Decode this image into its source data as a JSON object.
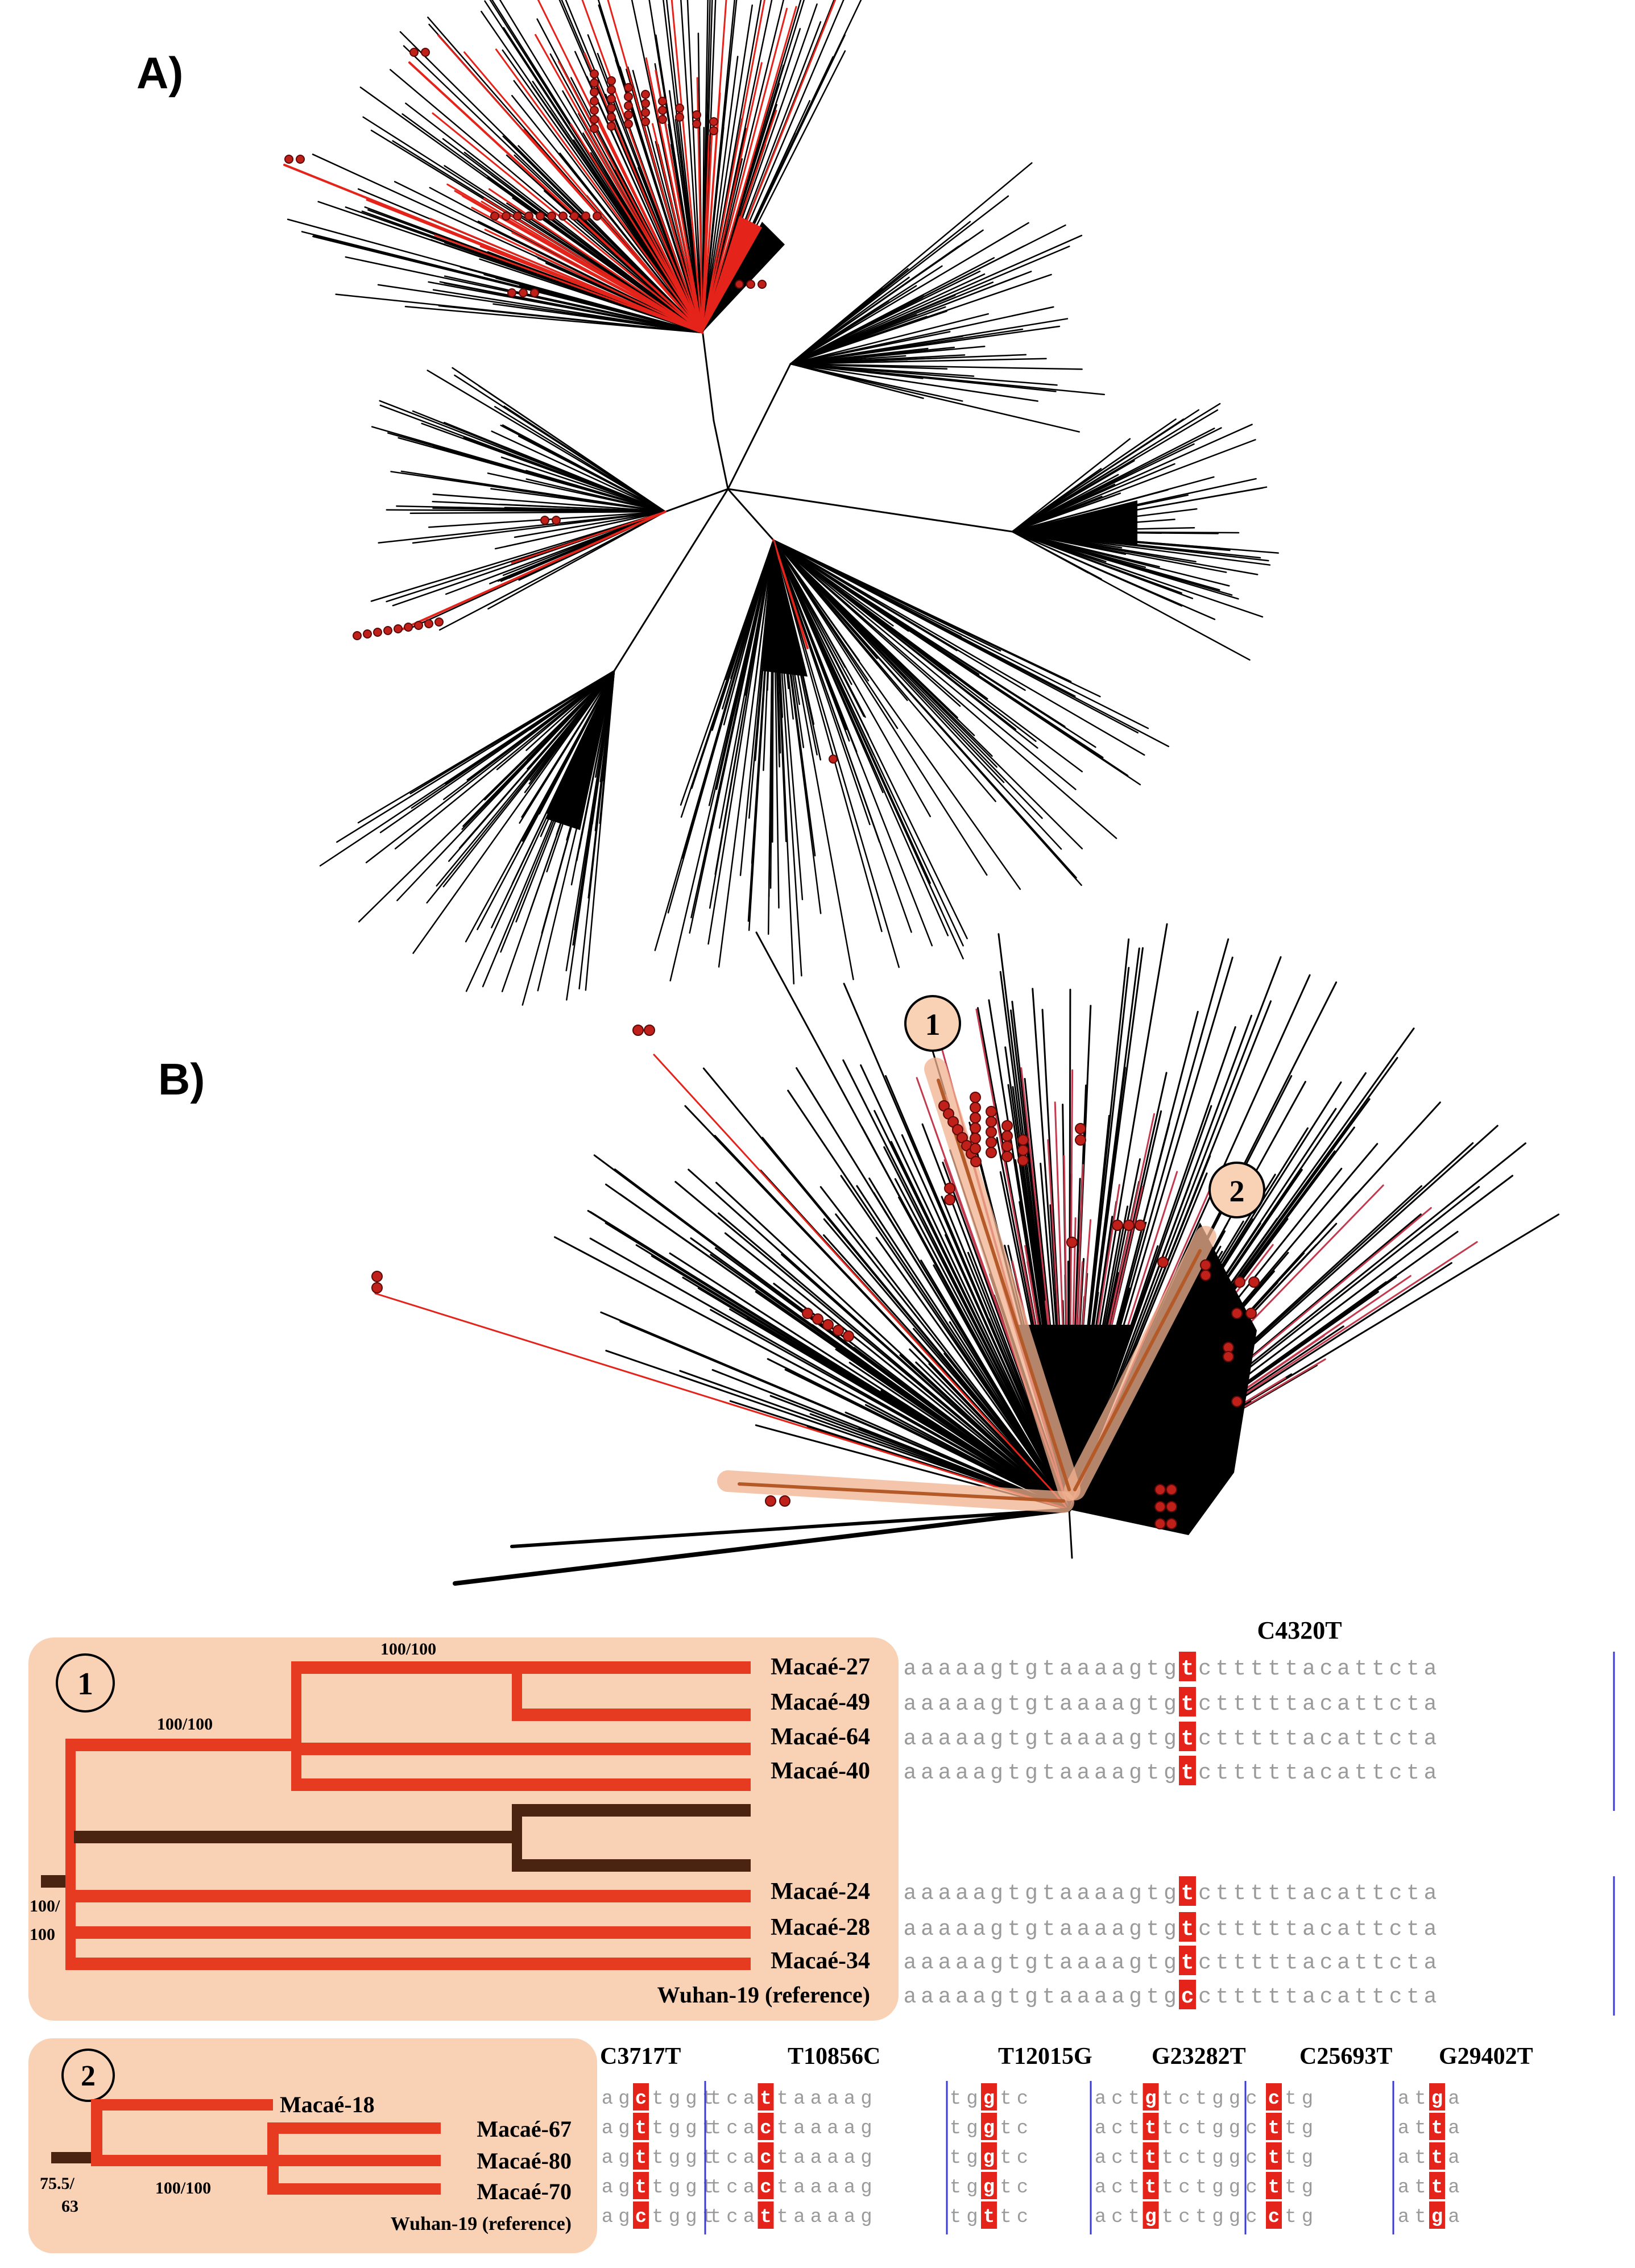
{
  "panel_a": {
    "label": "A)"
  },
  "panel_b": {
    "label": "B)",
    "callouts": [
      "1",
      "2"
    ]
  },
  "clade1": {
    "badge": "1",
    "support_inner": "100/100",
    "support_outer": "100/100",
    "support_root_top": "100/",
    "support_root_bottom": "100",
    "taxa": [
      "Macaé-27",
      "Macaé-49",
      "Macaé-64",
      "Macaé-40",
      "Macaé-24",
      "Macaé-28",
      "Macaé-34",
      "Wuhan-19 (reference)"
    ],
    "alignment": {
      "mutation": "C4320T",
      "left": "aaaaagtgtaaaagtg",
      "right": "ctttttacattcta",
      "bases": [
        "t",
        "t",
        "t",
        "t",
        "t",
        "t",
        "t",
        "c"
      ]
    }
  },
  "clade2": {
    "badge": "2",
    "support_root_top": "75.5/",
    "support_root_bottom": "63",
    "support_inner": "100/100",
    "taxa": [
      "Macaé-18",
      "Macaé-67",
      "Macaé-80",
      "Macaé-70",
      "Wuhan-19 (reference)"
    ],
    "mutations": [
      {
        "label": "C3717T",
        "left": "ag",
        "right": "tggt",
        "bases": [
          "c",
          "t",
          "t",
          "t",
          "c"
        ]
      },
      {
        "label": "T10856C",
        "left": "tca",
        "right": "taaaag",
        "bases": [
          "t",
          "c",
          "c",
          "c",
          "t"
        ]
      },
      {
        "label": "T12015G",
        "left": "tg",
        "right": "tc",
        "bases": [
          "g",
          "g",
          "g",
          "g",
          "t"
        ]
      },
      {
        "label": "G23282T",
        "left": "act",
        "right": "tctggc",
        "bases": [
          "g",
          "t",
          "t",
          "t",
          "g"
        ]
      },
      {
        "label": "C25693T",
        "left": "",
        "right": "tg",
        "bases": [
          "c",
          "t",
          "t",
          "t",
          "c"
        ]
      },
      {
        "label": "G29402T",
        "left": "at",
        "right": "a",
        "bases": [
          "g",
          "t",
          "t",
          "t",
          "g"
        ]
      }
    ]
  },
  "colors": {
    "highlight": "#e4231b",
    "clade_box": "#f9d2b6",
    "dark_branch": "#4a2410",
    "separator": "#3a3ad6",
    "marker": "#c0201a"
  }
}
